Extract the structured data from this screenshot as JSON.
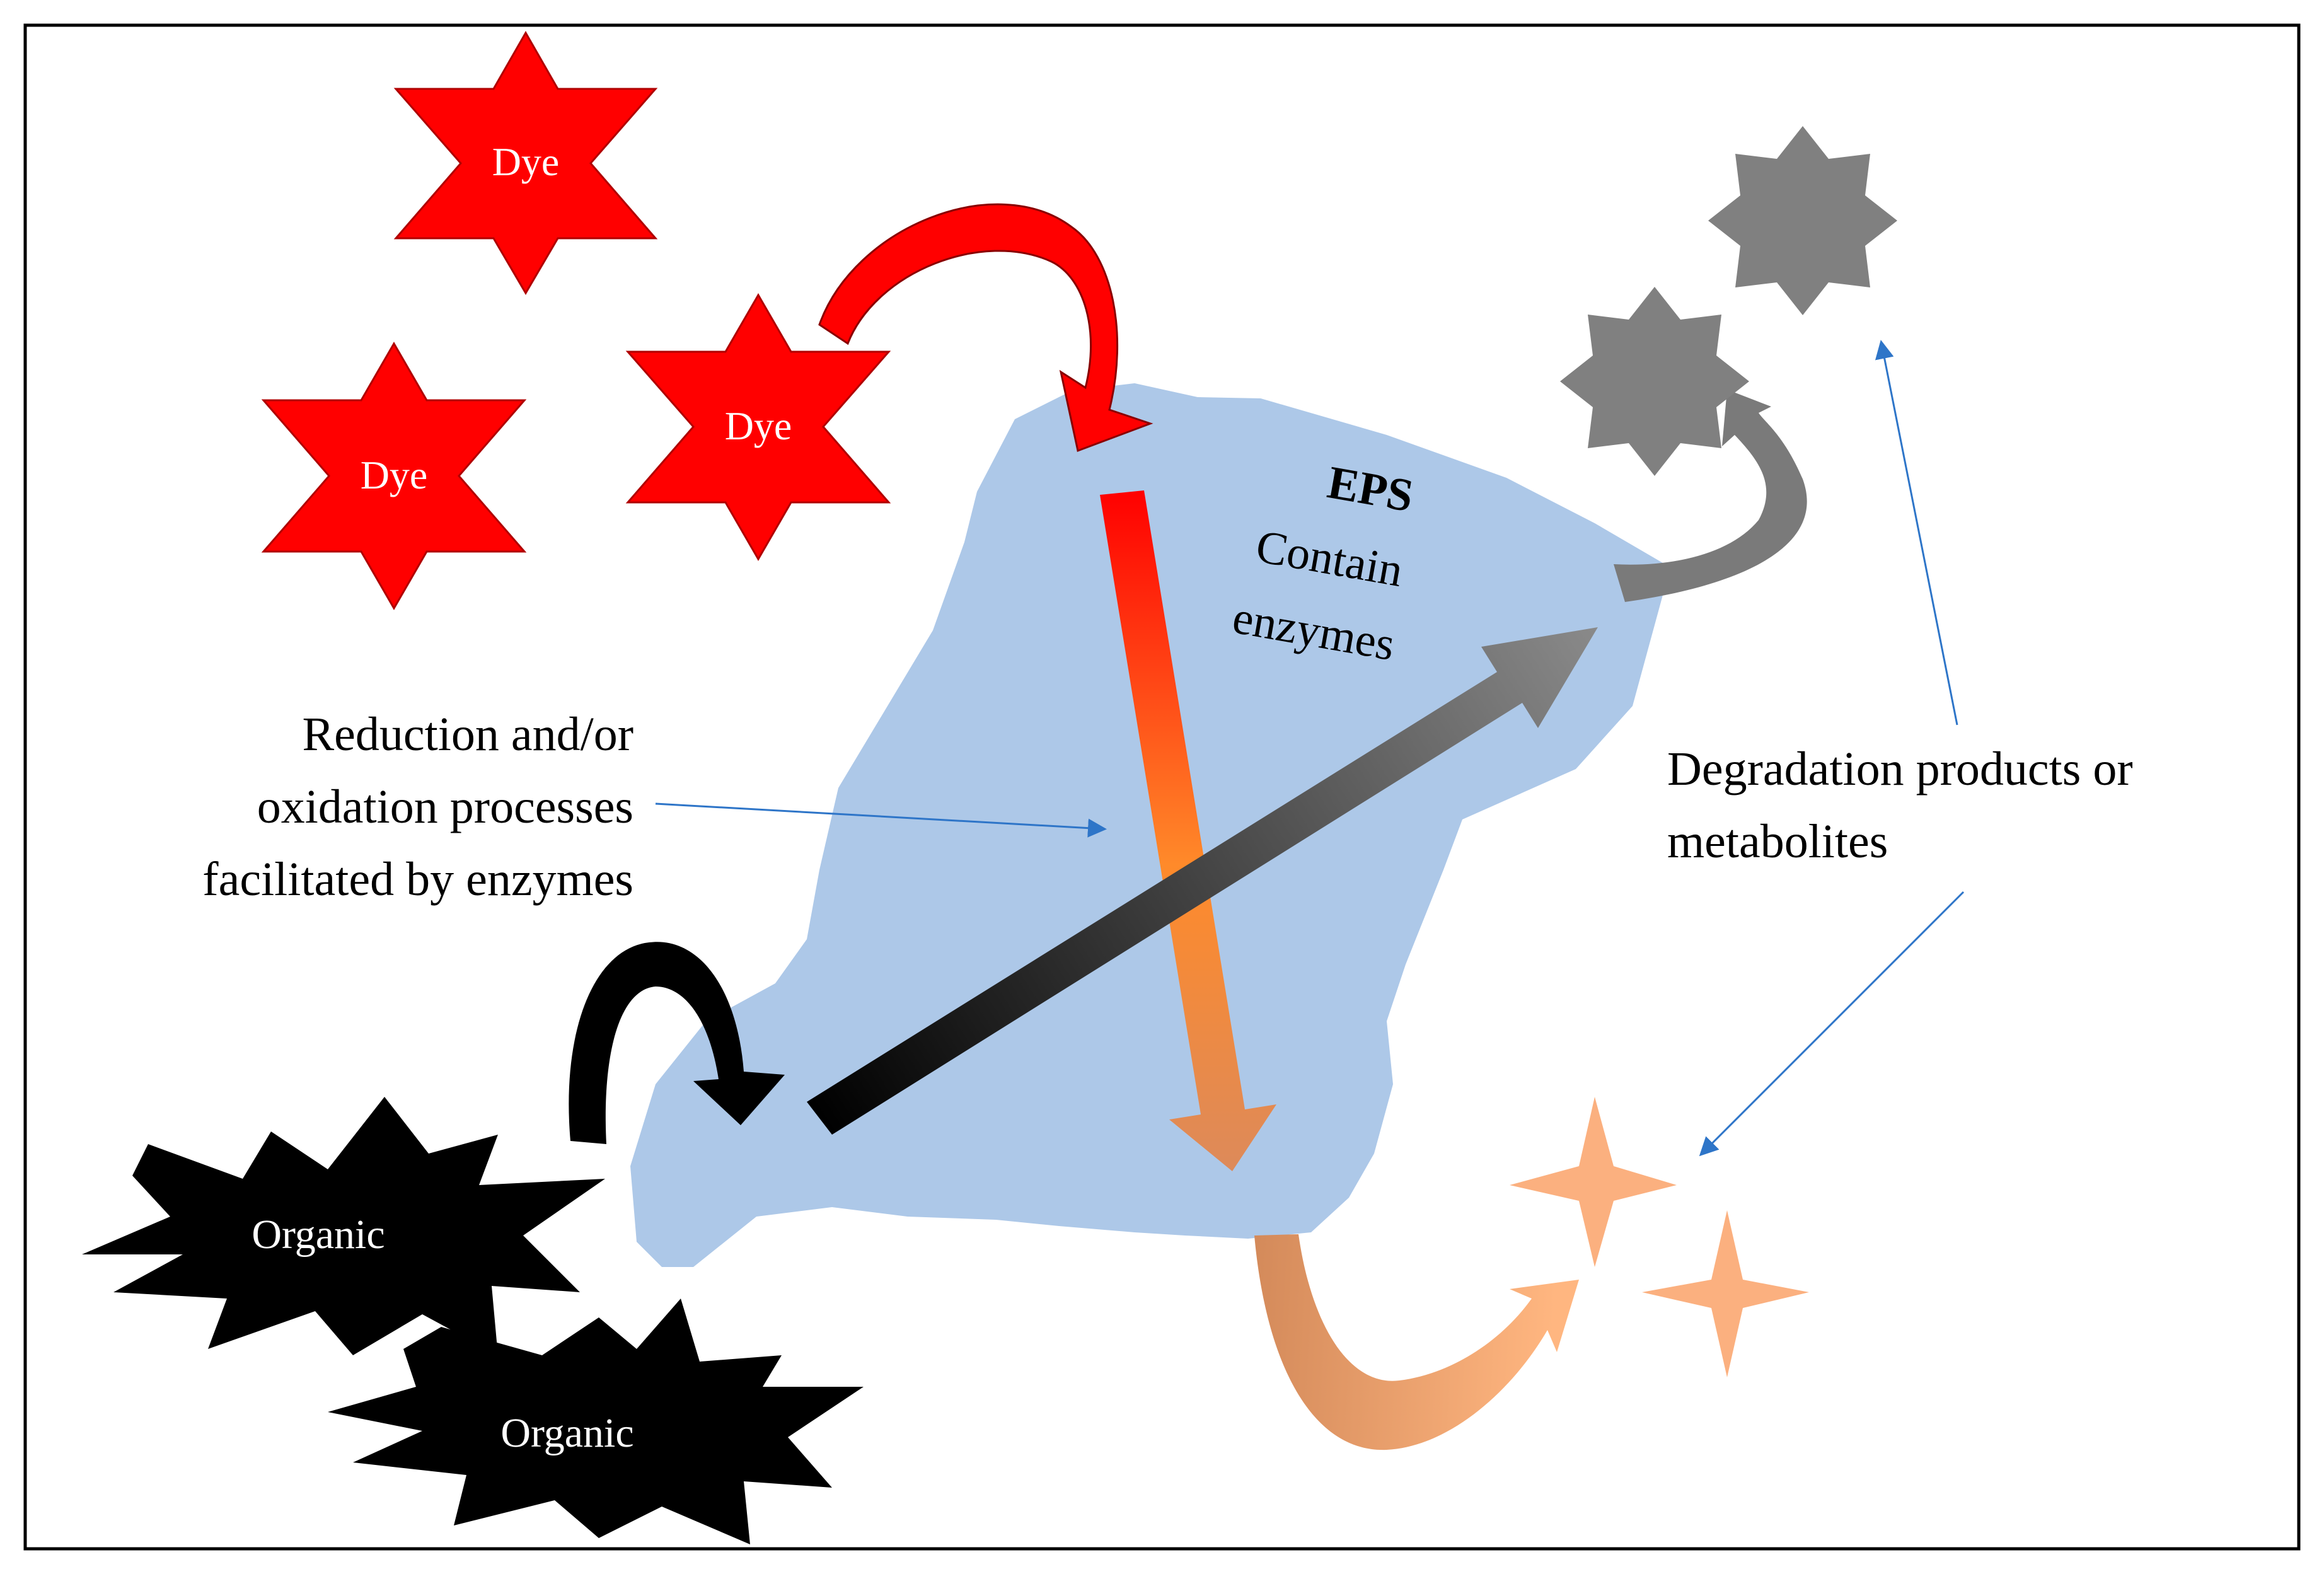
{
  "eps": {
    "title": "EPS",
    "line1": "Contain",
    "line2": "enzymes"
  },
  "dyes": [
    {
      "label": "Dye"
    },
    {
      "label": "Dye"
    },
    {
      "label": "Dye"
    }
  ],
  "organics": [
    {
      "label": "Organic"
    },
    {
      "label": "Organic"
    }
  ],
  "process_label": {
    "line1": "Reduction and/or",
    "line2": "oxidation processes",
    "line3": "facilitated by enzymes"
  },
  "products_label": {
    "line1": "Degradation products or",
    "line2": "metabolites"
  },
  "colors": {
    "eps_fill": "#adc8e8",
    "dye_red": "#ff0000",
    "organic_black": "#000000",
    "product_gray": "#808080",
    "product_orange": "#fbb07f",
    "pointer_blue": "#2e75c8"
  },
  "icons": {
    "dye": "six-point-star",
    "organic": "burst",
    "gray_product": "eight-point-star",
    "orange_product": "four-point-star"
  }
}
